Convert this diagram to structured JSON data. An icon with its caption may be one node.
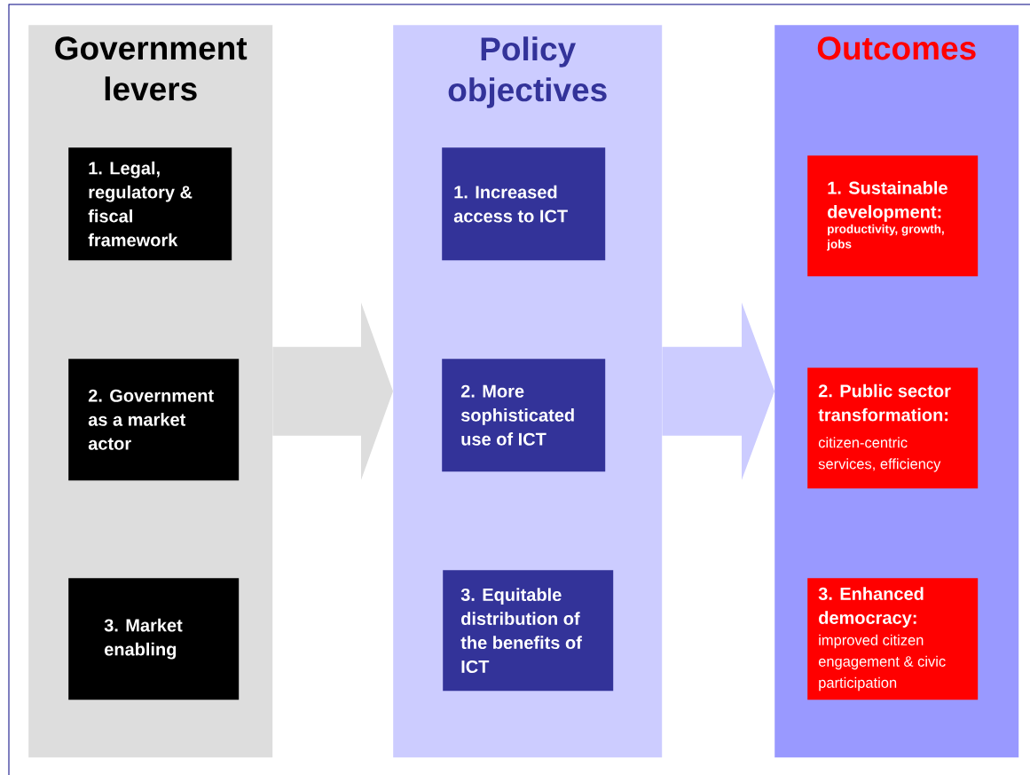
{
  "diagram": {
    "nodes": [
      {
        "text": [
          "Government levers"
        ]
      },
      {
        "text": [
          "1. Legal, regulatory & fiscal framework"
        ],
        "in": 0
      },
      {
        "text": [
          "2. Government as a market actor"
        ],
        "in": 0
      },
      {
        "text": [
          "3. Market enabling"
        ],
        "in": 0
      },
      {
        "text": [
          "Policy objectives"
        ]
      },
      {
        "text": [
          "1. Increased access to ICT"
        ],
        "in": 4
      },
      {
        "text": [
          "2. More sophisticated use of ICT"
        ],
        "in": 4
      },
      {
        "text": [
          "3. Equitable distribution of the benefits of ICT"
        ],
        "in": 4
      },
      {
        "text": [
          "Outcomes"
        ]
      },
      {
        "text": [
          "1. Sustainable development:",
          "productivity, growth, jobs"
        ],
        "in": 8
      },
      {
        "text": [
          "2. Public sector transformation:",
          "citizen-centric services, efficiency"
        ],
        "in": 8
      },
      {
        "text": [
          "3. Enhanced democracy:",
          "improved citizen engagement & civic participation"
        ],
        "in": 8
      }
    ],
    "edges": [
      {
        "from": 0,
        "to": 4,
        "arrow": "to",
        "color": "#dddddd"
      },
      {
        "from": 4,
        "to": 8,
        "arrow": "to",
        "color": "#ccccff"
      }
    ]
  }
}
